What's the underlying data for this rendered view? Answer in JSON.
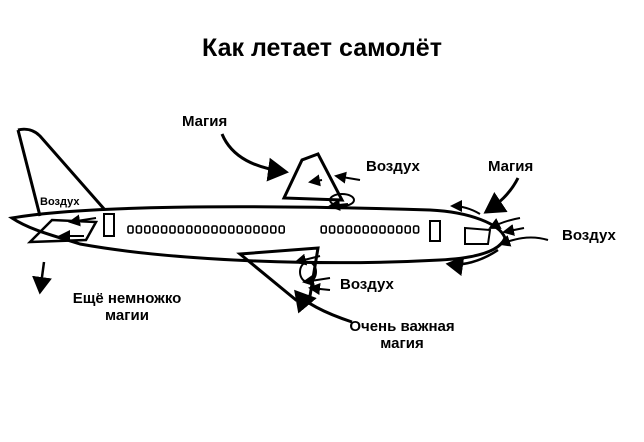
{
  "title": "Как летает самолёт",
  "labels": {
    "magic_top": "Магия",
    "air_top_wing": "Воздух",
    "magic_nose": "Магия",
    "air_front": "Воздух",
    "air_tail": "Воздух",
    "air_bottom_wing": "Воздух",
    "more_magic_line1": "Ещё немножко",
    "more_magic_line2": "магии",
    "important_magic_line1": "Очень важная",
    "important_magic_line2": "магия"
  }
}
